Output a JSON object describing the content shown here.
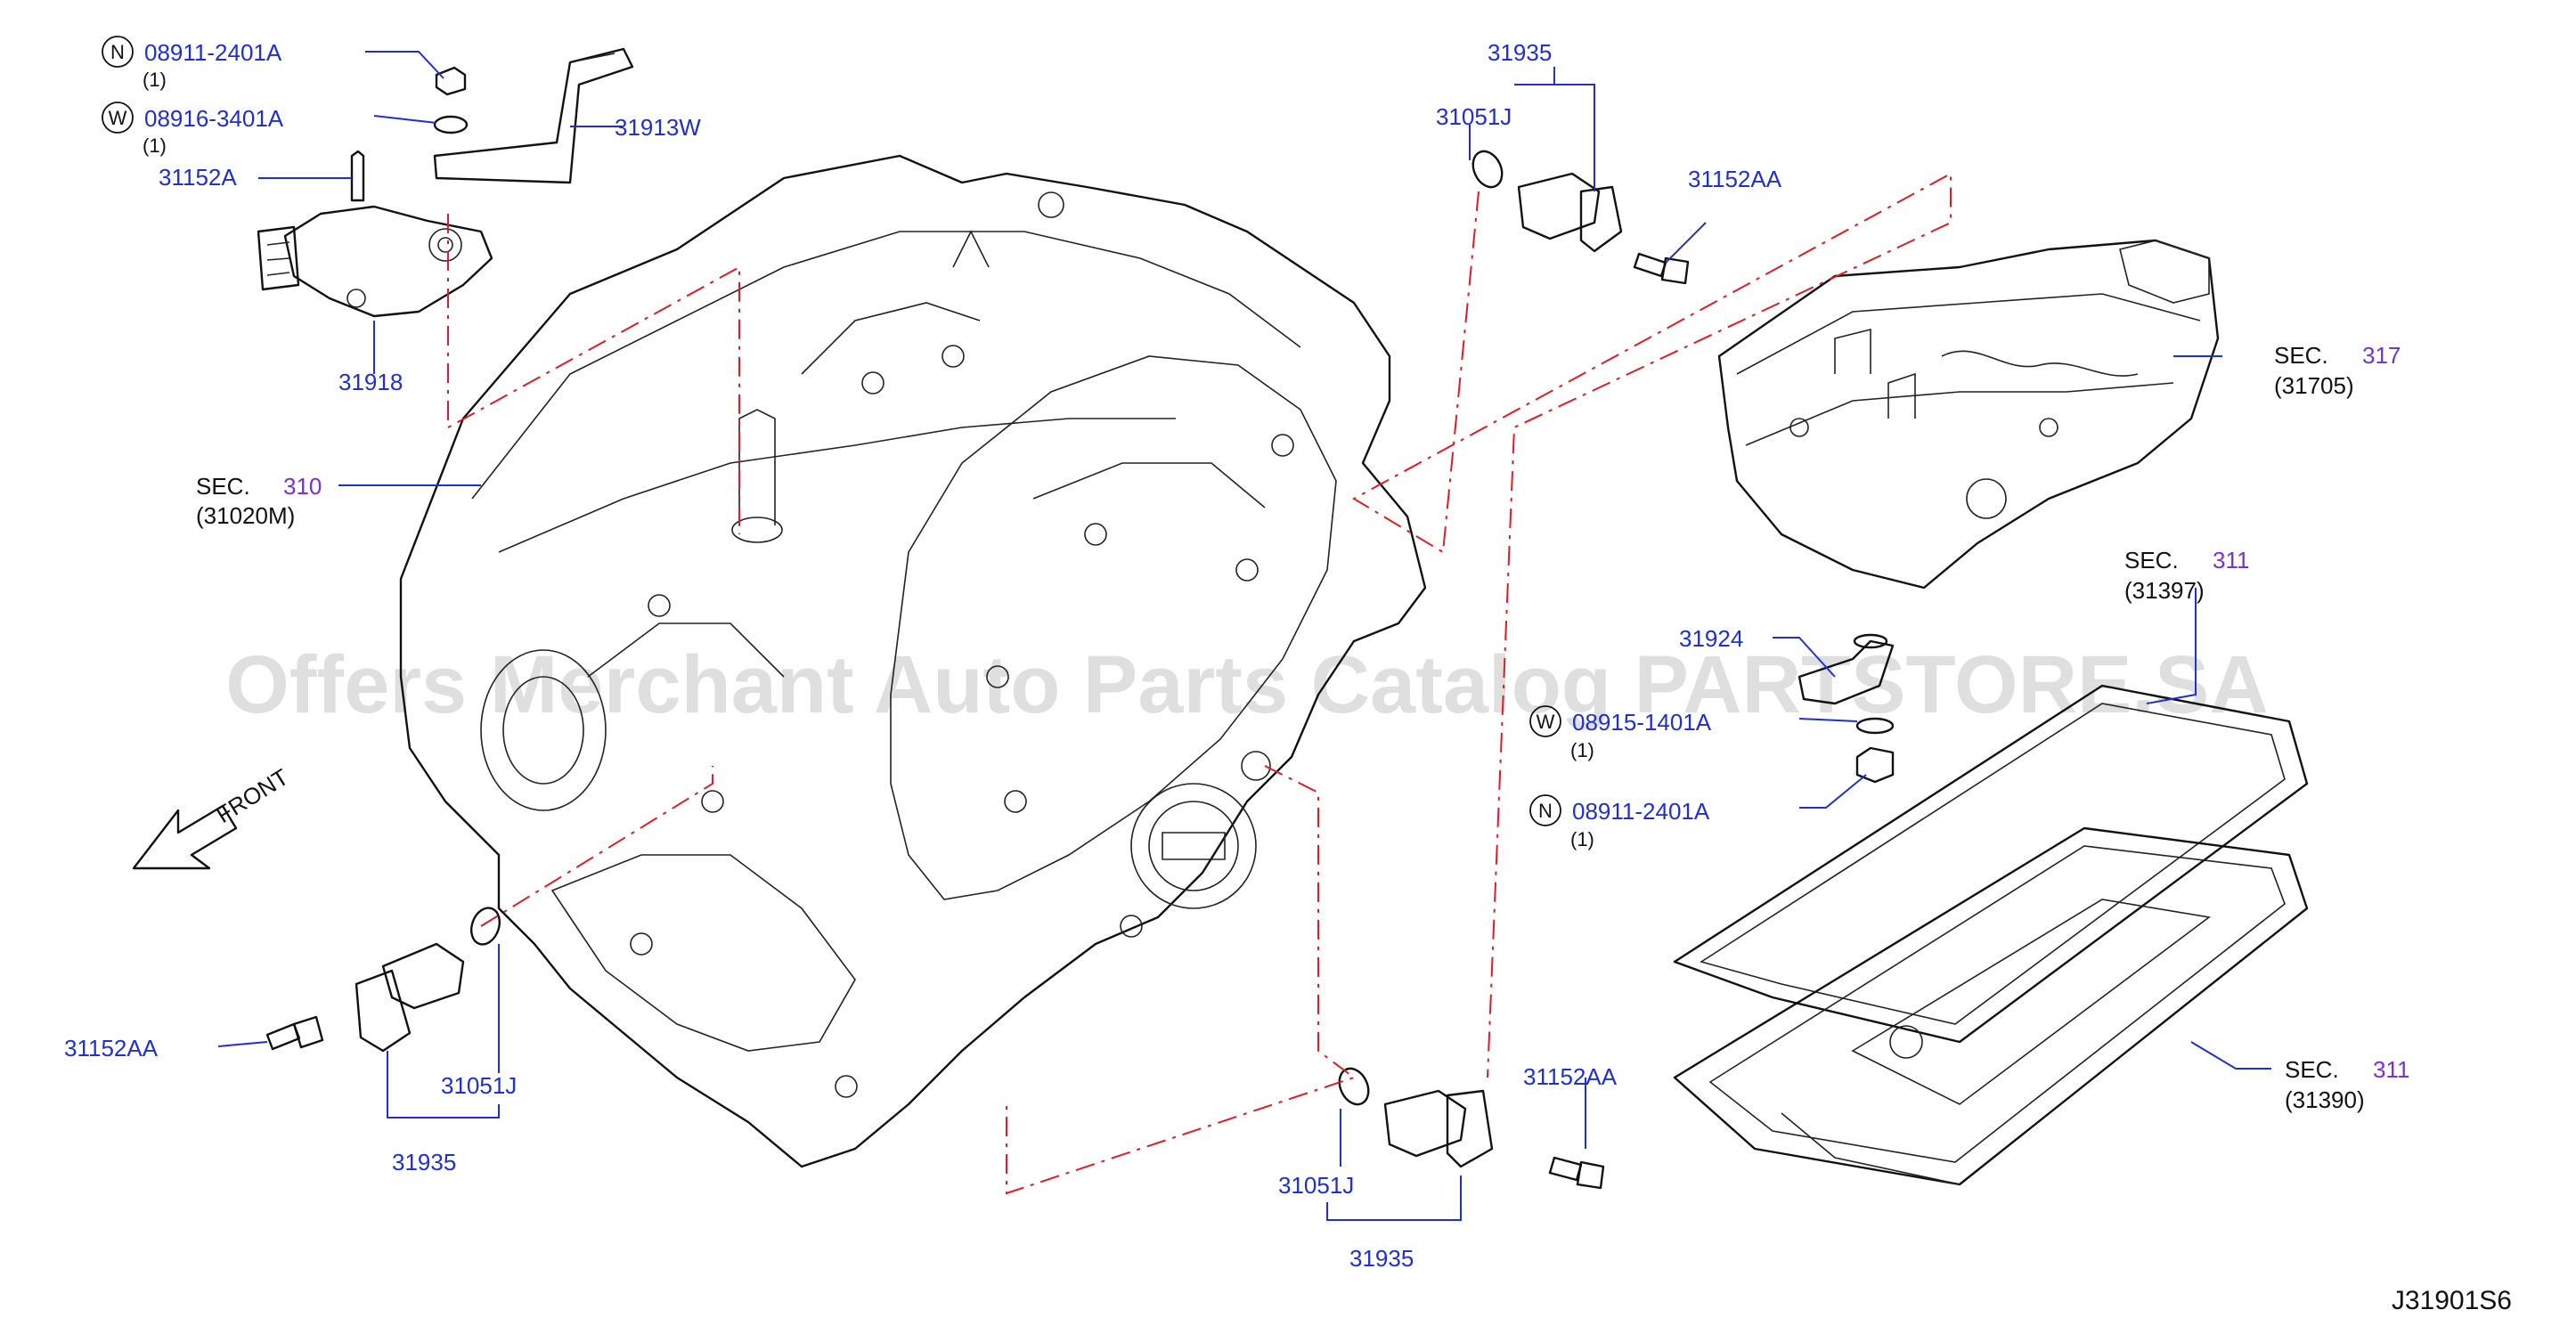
{
  "diagram_code": "J31901S6",
  "watermark": "Offers Merchant Auto Parts Catalog PARTSTORE.SA",
  "front_label": "FRONT",
  "colors": {
    "part_number": "#1f2fd0",
    "section_ref": "#7a2fd8",
    "center_line": "#e01b24",
    "leader": "#1f2fd0"
  },
  "callouts": {
    "nut_top": {
      "symbol": "N",
      "number": "08911-2401A",
      "qty": "(1)"
    },
    "washer_top": {
      "symbol": "W",
      "number": "08916-3401A",
      "qty": "(1)"
    },
    "bolt_31152a": {
      "number": "31152A"
    },
    "bracket_31913w": {
      "number": "31913W"
    },
    "switch_31918": {
      "number": "31918"
    },
    "sec310": {
      "prefix": "SEC.",
      "section": "310",
      "sub": "(31020M)"
    },
    "sensor_top_31935": {
      "number": "31935"
    },
    "oring_top_31051j": {
      "number": "31051J"
    },
    "bolt_top_31152aa": {
      "number": "31152AA"
    },
    "sec317": {
      "prefix": "SEC.",
      "section": "317",
      "sub": "(31705)"
    },
    "sec311_a": {
      "prefix": "SEC.",
      "section": "311",
      "sub": "(31397)"
    },
    "bracket_31924": {
      "number": "31924"
    },
    "washer_mid": {
      "symbol": "W",
      "number": "08915-1401A",
      "qty": "(1)"
    },
    "nut_mid": {
      "symbol": "N",
      "number": "08911-2401A",
      "qty": "(1)"
    },
    "sec311_b": {
      "prefix": "SEC.",
      "section": "311",
      "sub": "(31390)"
    },
    "bolt_left_31152aa": {
      "number": "31152AA"
    },
    "oring_left_31051j": {
      "number": "31051J"
    },
    "sensor_left_31935": {
      "number": "31935"
    },
    "bolt_bottom_31152aa": {
      "number": "31152AA"
    },
    "oring_bottom_31051j": {
      "number": "31051J"
    },
    "sensor_bottom_31935": {
      "number": "31935"
    }
  }
}
